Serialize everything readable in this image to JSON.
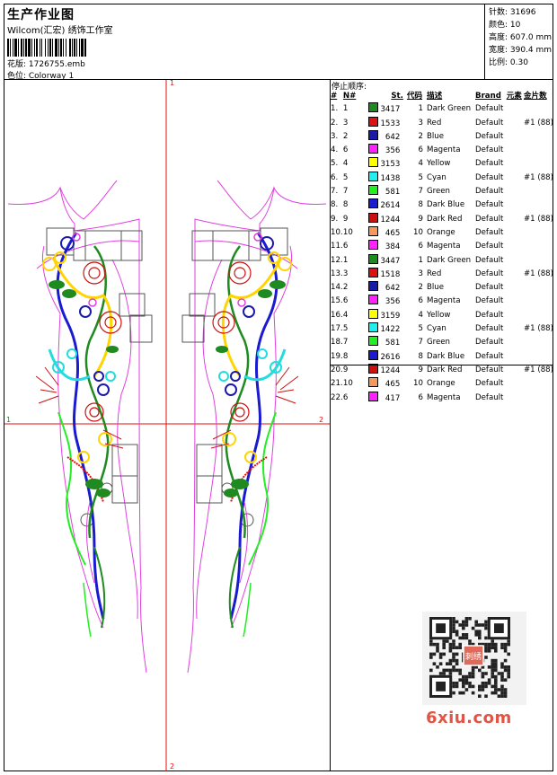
{
  "header": {
    "title": "生产作业图",
    "company": "Wilcom(汇宏) 绣饰工作室",
    "design_label": "花版: 1726755.emb",
    "colorway_label": "色位:  Colorway 1"
  },
  "stats": [
    {
      "label": "针数: 31696"
    },
    {
      "label": "颜色: 10"
    },
    {
      "label": "高度: 607.0 mm"
    },
    {
      "label": "宽度: 390.4 mm"
    },
    {
      "label": "比例: 0.30"
    }
  ],
  "canvas": {
    "axis_top_label": "1",
    "axis_bottom_label": "2",
    "axis_left_label": "1",
    "axis_right_label": "2"
  },
  "sequence": {
    "title": "停止顺序:",
    "headers": [
      "#",
      "N#",
      "St.",
      "代码",
      "描述",
      "Brand",
      "元素",
      "金片数"
    ],
    "rows": [
      {
        "n": "1.",
        "nn": "1",
        "color": "#1f8a1f",
        "st": "3417",
        "code": "1",
        "desc": "Dark Green",
        "brand": "Default",
        "seq": ""
      },
      {
        "n": "2.",
        "nn": "3",
        "color": "#e01010",
        "st": "1533",
        "code": "3",
        "desc": "Red",
        "brand": "Default",
        "seq": "#1 (88)"
      },
      {
        "n": "3.",
        "nn": "2",
        "color": "#1a1aa8",
        "st": "642",
        "code": "2",
        "desc": "Blue",
        "brand": "Default",
        "seq": ""
      },
      {
        "n": "4.",
        "nn": "6",
        "color": "#ff22ff",
        "st": "356",
        "code": "6",
        "desc": "Magenta",
        "brand": "Default",
        "seq": ""
      },
      {
        "n": "5.",
        "nn": "4",
        "color": "#ffff00",
        "st": "3153",
        "code": "4",
        "desc": "Yellow",
        "brand": "Default",
        "seq": ""
      },
      {
        "n": "6.",
        "nn": "5",
        "color": "#22eeee",
        "st": "1438",
        "code": "5",
        "desc": "Cyan",
        "brand": "Default",
        "seq": "#1 (88)"
      },
      {
        "n": "7.",
        "nn": "7",
        "color": "#22ee22",
        "st": "581",
        "code": "7",
        "desc": "Green",
        "brand": "Default",
        "seq": ""
      },
      {
        "n": "8.",
        "nn": "8",
        "color": "#1a1ad0",
        "st": "2614",
        "code": "8",
        "desc": "Dark Blue",
        "brand": "Default",
        "seq": ""
      },
      {
        "n": "9.",
        "nn": "9",
        "color": "#cc1010",
        "st": "1244",
        "code": "9",
        "desc": "Dark Red",
        "brand": "Default",
        "seq": "#1 (88)"
      },
      {
        "n": "10.",
        "nn": "10",
        "color": "#f39a5a",
        "st": "465",
        "code": "10",
        "desc": "Orange",
        "brand": "Default",
        "seq": ""
      },
      {
        "n": "11.",
        "nn": "6",
        "color": "#ff22ff",
        "st": "384",
        "code": "6",
        "desc": "Magenta",
        "brand": "Default",
        "seq": ""
      },
      {
        "n": "12.",
        "nn": "1",
        "color": "#1f8a1f",
        "st": "3447",
        "code": "1",
        "desc": "Dark Green",
        "brand": "Default",
        "seq": ""
      },
      {
        "n": "13.",
        "nn": "3",
        "color": "#e01010",
        "st": "1518",
        "code": "3",
        "desc": "Red",
        "brand": "Default",
        "seq": "#1 (88)"
      },
      {
        "n": "14.",
        "nn": "2",
        "color": "#1a1aa8",
        "st": "642",
        "code": "2",
        "desc": "Blue",
        "brand": "Default",
        "seq": ""
      },
      {
        "n": "15.",
        "nn": "6",
        "color": "#ff22ff",
        "st": "356",
        "code": "6",
        "desc": "Magenta",
        "brand": "Default",
        "seq": ""
      },
      {
        "n": "16.",
        "nn": "4",
        "color": "#ffff00",
        "st": "3159",
        "code": "4",
        "desc": "Yellow",
        "brand": "Default",
        "seq": ""
      },
      {
        "n": "17.",
        "nn": "5",
        "color": "#22eeee",
        "st": "1422",
        "code": "5",
        "desc": "Cyan",
        "brand": "Default",
        "seq": "#1 (88)"
      },
      {
        "n": "18.",
        "nn": "7",
        "color": "#22ee22",
        "st": "581",
        "code": "7",
        "desc": "Green",
        "brand": "Default",
        "seq": ""
      },
      {
        "n": "19.",
        "nn": "8",
        "color": "#1a1ad0",
        "st": "2616",
        "code": "8",
        "desc": "Dark Blue",
        "brand": "Default",
        "seq": ""
      },
      {
        "n": "20.",
        "nn": "9",
        "color": "#cc1010",
        "st": "1244",
        "code": "9",
        "desc": "Dark Red",
        "brand": "Default",
        "seq": "#1 (88)"
      },
      {
        "n": "21.",
        "nn": "10",
        "color": "#f39a5a",
        "st": "465",
        "code": "10",
        "desc": "Orange",
        "brand": "Default",
        "seq": ""
      },
      {
        "n": "22.",
        "nn": "6",
        "color": "#ff22ff",
        "st": "417",
        "code": "6",
        "desc": "Magenta",
        "brand": "Default",
        "seq": ""
      }
    ]
  },
  "watermark": {
    "text": "6xiu.com",
    "stamp": "刺绣"
  }
}
